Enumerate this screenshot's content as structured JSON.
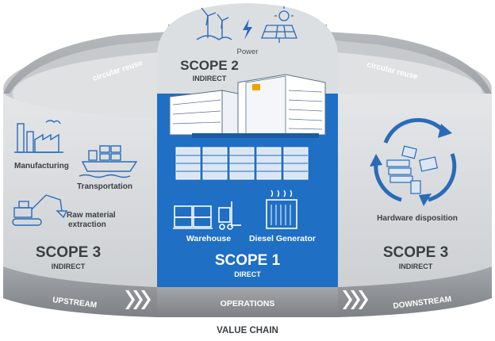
{
  "power": {
    "label": "Power"
  },
  "scope2": {
    "title": "SCOPE 2",
    "subtitle": "INDIRECT"
  },
  "scope1": {
    "title": "SCOPE 1",
    "subtitle": "DIRECT",
    "warehouse_label": "Warehouse",
    "generator_label": "Diesel Generator"
  },
  "scope3_left": {
    "title": "SCOPE 3",
    "subtitle": "INDIRECT",
    "manufacturing_label": "Manufacturing",
    "transportation_label": "Transportation",
    "raw_label_line1": "Raw material",
    "raw_label_line2": "extraction"
  },
  "scope3_right": {
    "title": "SCOPE 3",
    "subtitle": "INDIRECT",
    "hardware_label": "Hardware disposition"
  },
  "reuse": {
    "left": "circular reuse",
    "right": "circular reuse"
  },
  "band": {
    "upstream": "UPSTREAM",
    "operations": "OPERATIONS",
    "downstream": "DOWNSTREAM"
  },
  "value_chain": "VALUE CHAIN",
  "colors": {
    "scope1_blue": "#1f6fc5",
    "scope_gray": "#d5d7d9",
    "band_gray": "#8f9397",
    "icon_blue": "#2a6bb8",
    "text_dark": "#3b3f44"
  }
}
